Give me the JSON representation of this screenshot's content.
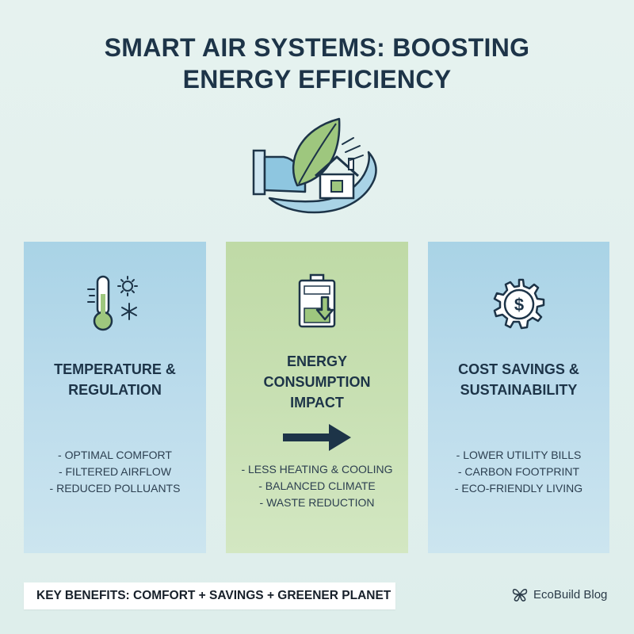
{
  "title": {
    "line1": "SMART AIR SYSTEMS: BOOSTING",
    "line2": "ENERGY EFFICIENCY"
  },
  "hero": {
    "icon": "eco-home-airflow-icon"
  },
  "cards": [
    {
      "icon": "thermometer-sun-snowflake-icon",
      "title_line1": "TEMPERATURE &",
      "title_line2": "REGULATION",
      "bullets": [
        "- OPTIMAL COMFORT",
        "- FILTERED AIRFLOW",
        "- REDUCED POLLUANTS"
      ],
      "color": "#a9d3e6"
    },
    {
      "icon": "battery-down-arrow-icon",
      "title_line1": "ENERGY",
      "title_line2": "CONSUMPTION",
      "title_line3": "IMPACT",
      "bullets": [
        "- LESS HEATING & COOLING",
        "- BALANCED CLIMATE",
        "- WASTE REDUCTION"
      ],
      "color": "#c3ddab"
    },
    {
      "icon": "gear-dollar-icon",
      "title_line1": "COST SAVINGS &",
      "title_line2": "SUSTAINABILITY",
      "bullets": [
        "- LOWER UTILITY BILLS",
        "- CARBON FOOTPRINT",
        "- ECO-FRIENDLY LIVING"
      ],
      "color": "#a9d3e6"
    }
  ],
  "footer": {
    "key_benefits": "KEY BENEFITS: COMFORT + SAVINGS + GREENER PLANET",
    "brand": "EcoBuild Blog"
  }
}
